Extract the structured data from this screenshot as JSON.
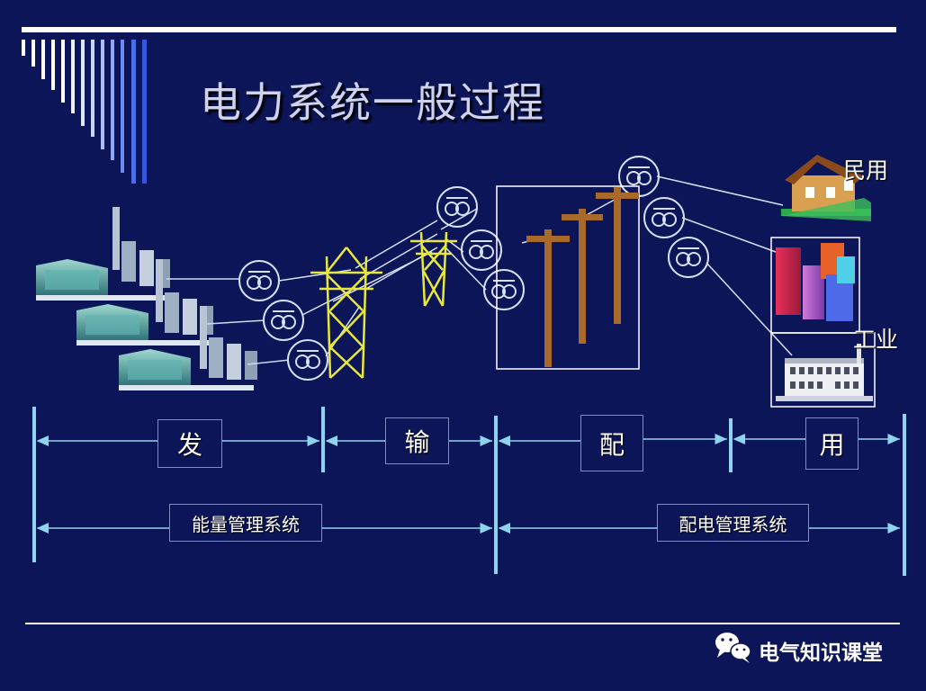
{
  "slide": {
    "title": "电力系统一般过程",
    "labels": {
      "residential": "民用",
      "industrial": "工业"
    },
    "stages": [
      "发",
      "输",
      "配",
      "用"
    ],
    "systems": [
      "能量管理系统",
      "配电管理系统"
    ]
  },
  "footer": {
    "brand": "电气知识课堂",
    "icon": "wechat-icon"
  },
  "colors": {
    "background": "#0c1558",
    "line": "#8fd4ee",
    "tower": "#e8e83a",
    "pole": "#a86a2a"
  }
}
